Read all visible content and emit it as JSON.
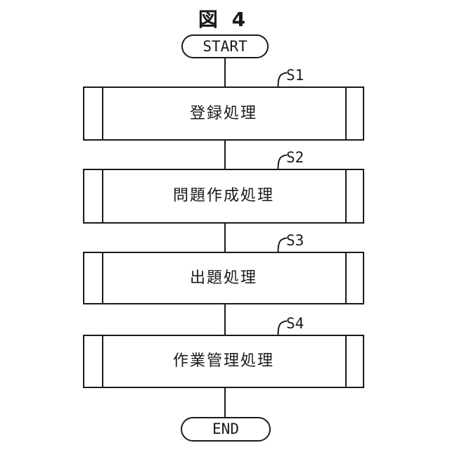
{
  "figure": {
    "title": "図 4",
    "start_label": "START",
    "end_label": "END",
    "line_color": "#1a1a1a",
    "background_color": "#ffffff",
    "steps": [
      {
        "id": "S1",
        "label": "登録処理"
      },
      {
        "id": "S2",
        "label": "問題作成処理"
      },
      {
        "id": "S3",
        "label": "出題処理"
      },
      {
        "id": "S4",
        "label": "作業管理処理"
      }
    ]
  }
}
